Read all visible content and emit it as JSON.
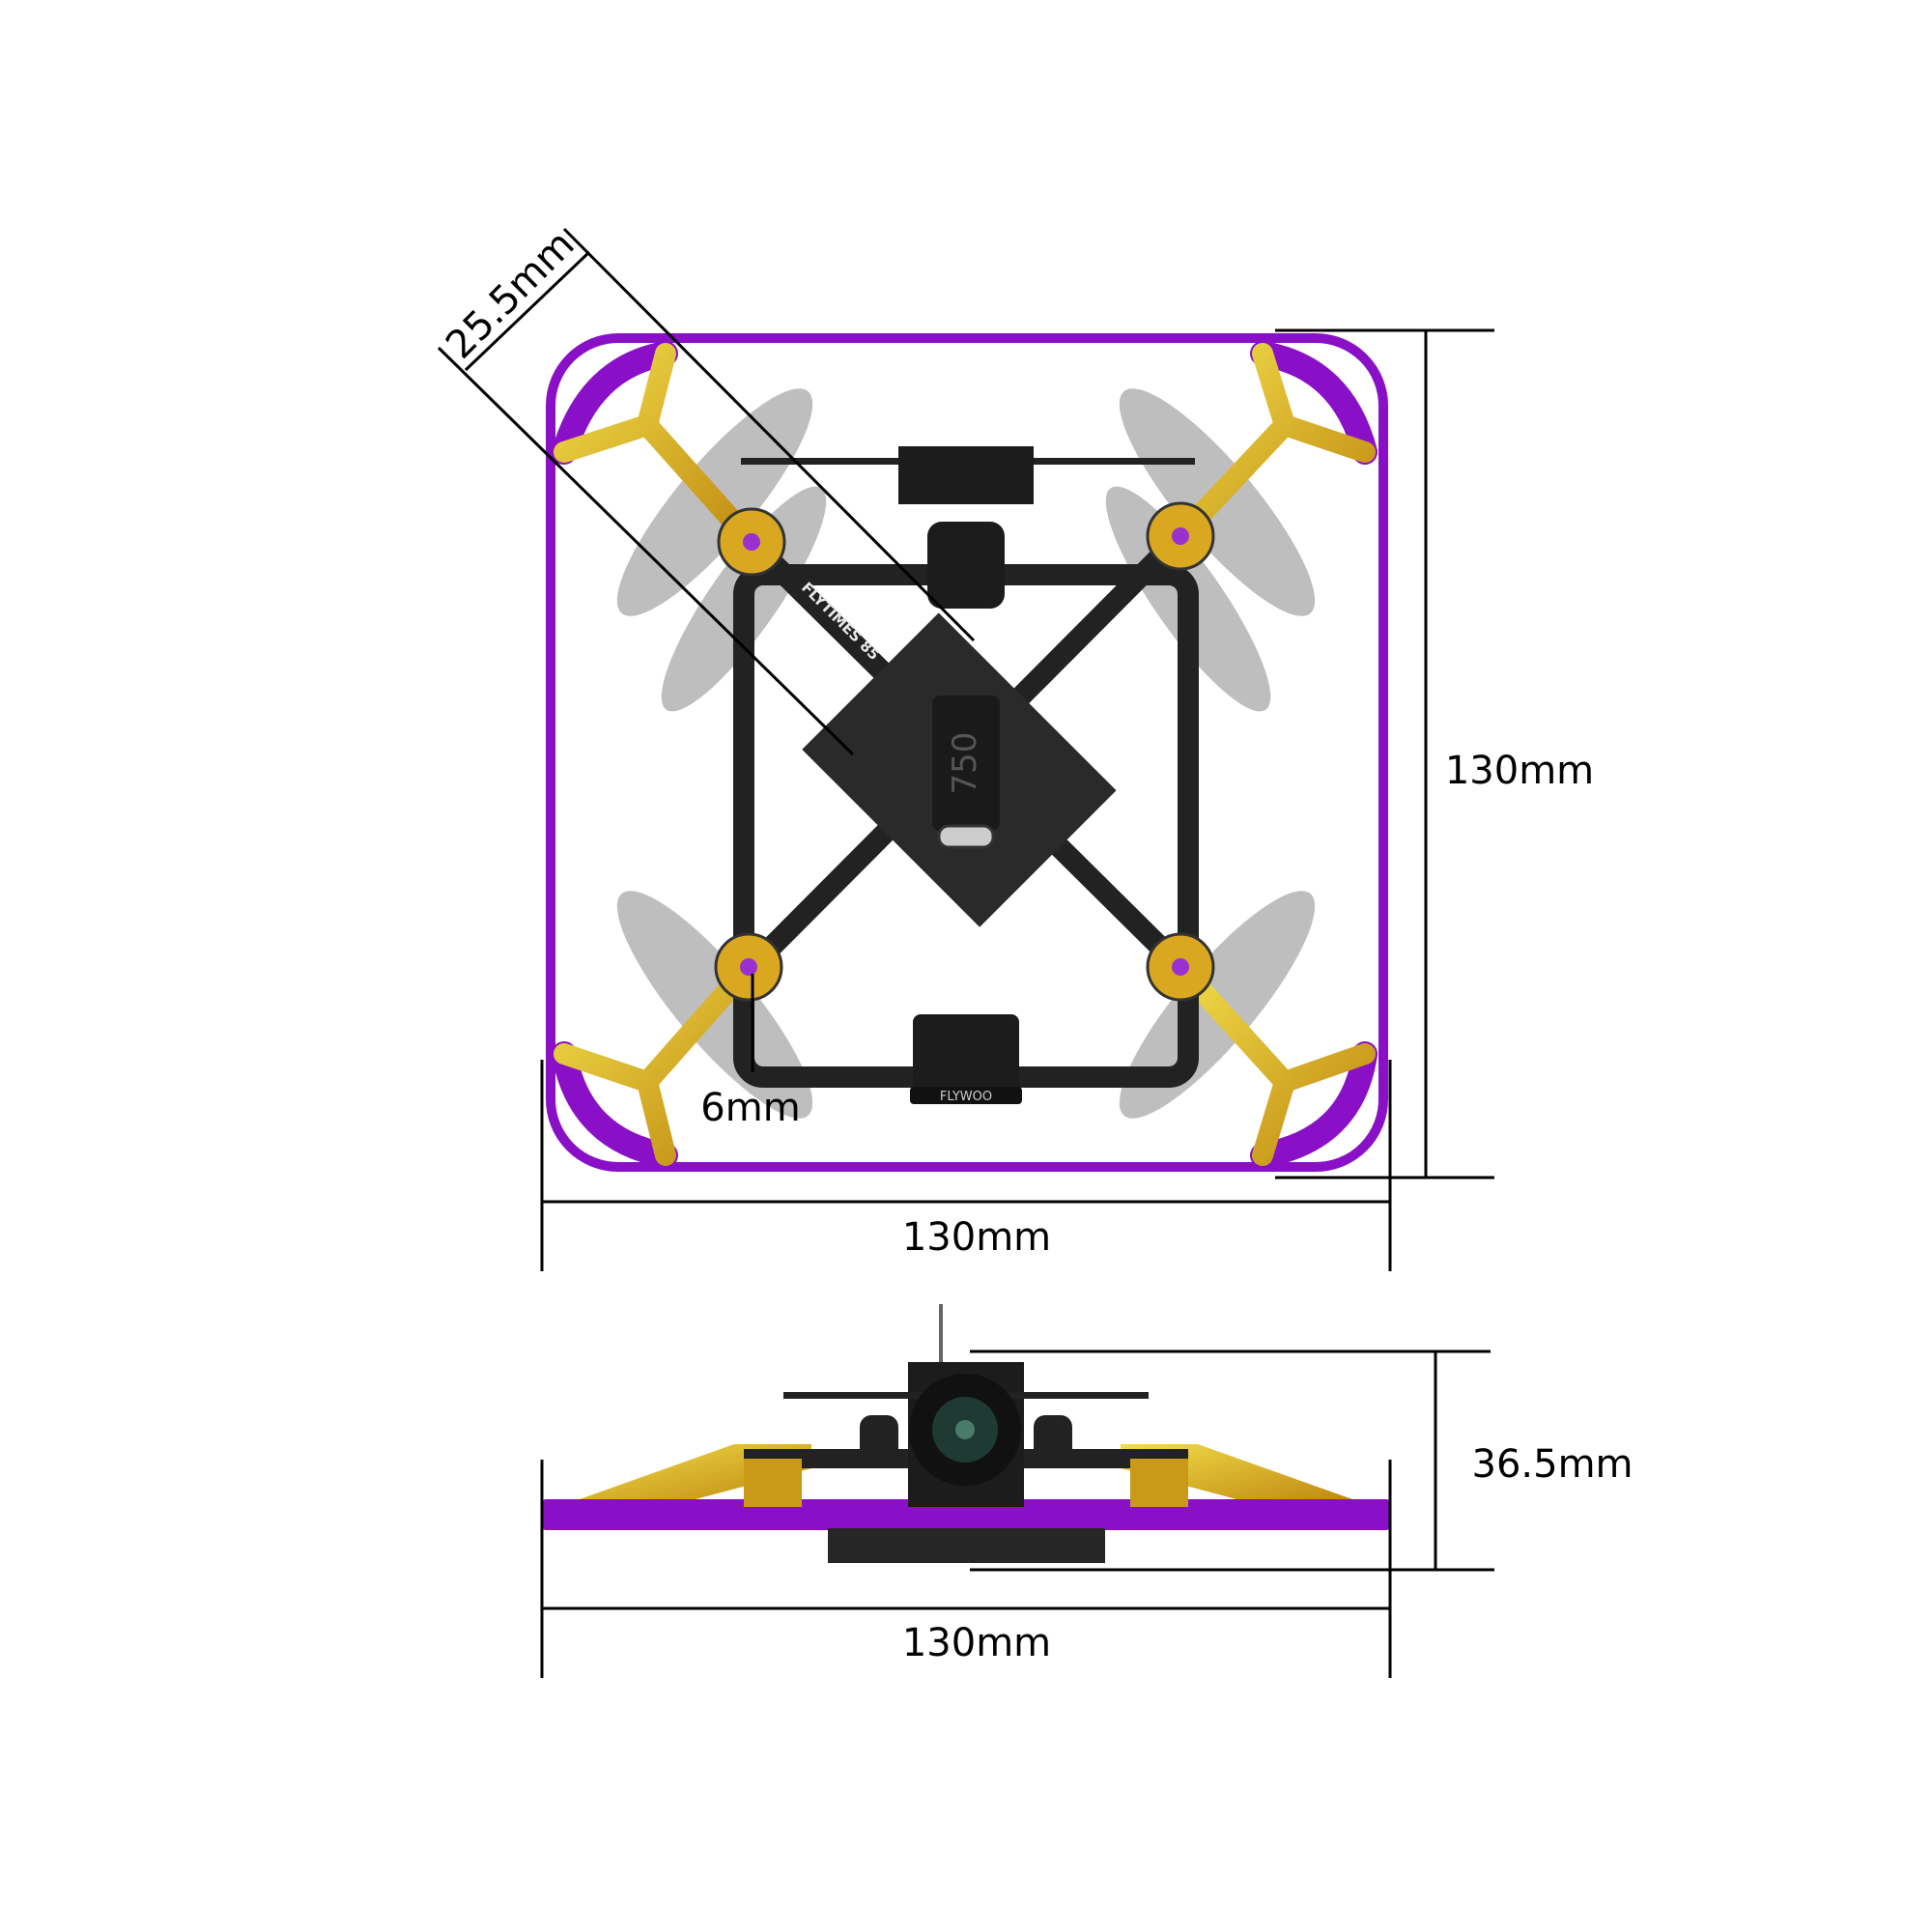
{
  "top_view": {
    "width_label": "130mm",
    "height_label": "130mm",
    "prop_label": "25.5mm",
    "motor_shaft_label": "6mm",
    "board_marking": "750",
    "frame_brand": "FLYTIMES 85",
    "camera_brand": "FLYWOO"
  },
  "side_view": {
    "height_label": "36.5mm",
    "width_label": "130mm"
  },
  "colors": {
    "guard": "#8a10c8",
    "arms": "#d9a820",
    "frame": "#222222",
    "props": "#9a9a9a",
    "dimension_lines": "#000000"
  }
}
